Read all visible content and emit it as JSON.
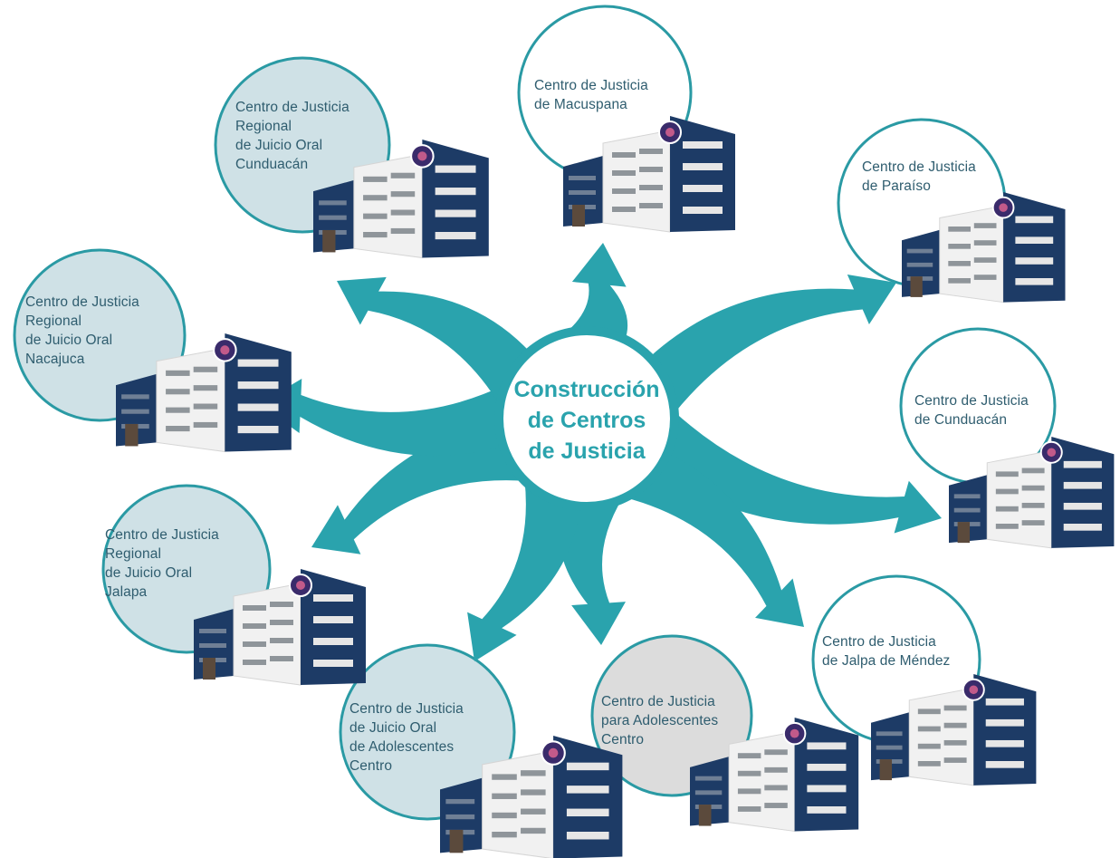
{
  "center": {
    "label": "Construcción\nde Centros\nde Justicia"
  },
  "colors": {
    "arrow": "#2aa3ad",
    "ring": "#2a9aa4",
    "circle_fill_light": "#cfe1e6",
    "circle_fill_gray": "#dcdcdc",
    "building_dark": "#1d3b66",
    "building_light": "#f1f1f1",
    "text": "#2f5d6f"
  },
  "nodes": [
    {
      "id": "macuspana",
      "label": "Centro de Justicia\nde Macuspana"
    },
    {
      "id": "paraiso",
      "label": "Centro de Justicia\nde Paraíso"
    },
    {
      "id": "cunduacan",
      "label": "Centro de Justicia\nde Cunduacán"
    },
    {
      "id": "jalpa-de-mendez",
      "label": "Centro de Justicia\nde Jalpa de Méndez"
    },
    {
      "id": "adolescentes-centro",
      "label": "Centro de Justicia\npara Adolescentes\nCentro"
    },
    {
      "id": "juicio-oral-adolescentes-centro",
      "label": "Centro de Justicia\nde Juicio Oral\nde Adolescentes\nCentro"
    },
    {
      "id": "regional-jalapa",
      "label": "Centro de Justicia\nRegional\nde Juicio Oral\nJalapa"
    },
    {
      "id": "regional-nacajuca",
      "label": "Centro de Justicia\nRegional\nde Juicio Oral\nNacajuca"
    },
    {
      "id": "regional-cunduacan",
      "label": "Centro de Justicia\nRegional\nde Juicio Oral\nCunduacán"
    }
  ]
}
